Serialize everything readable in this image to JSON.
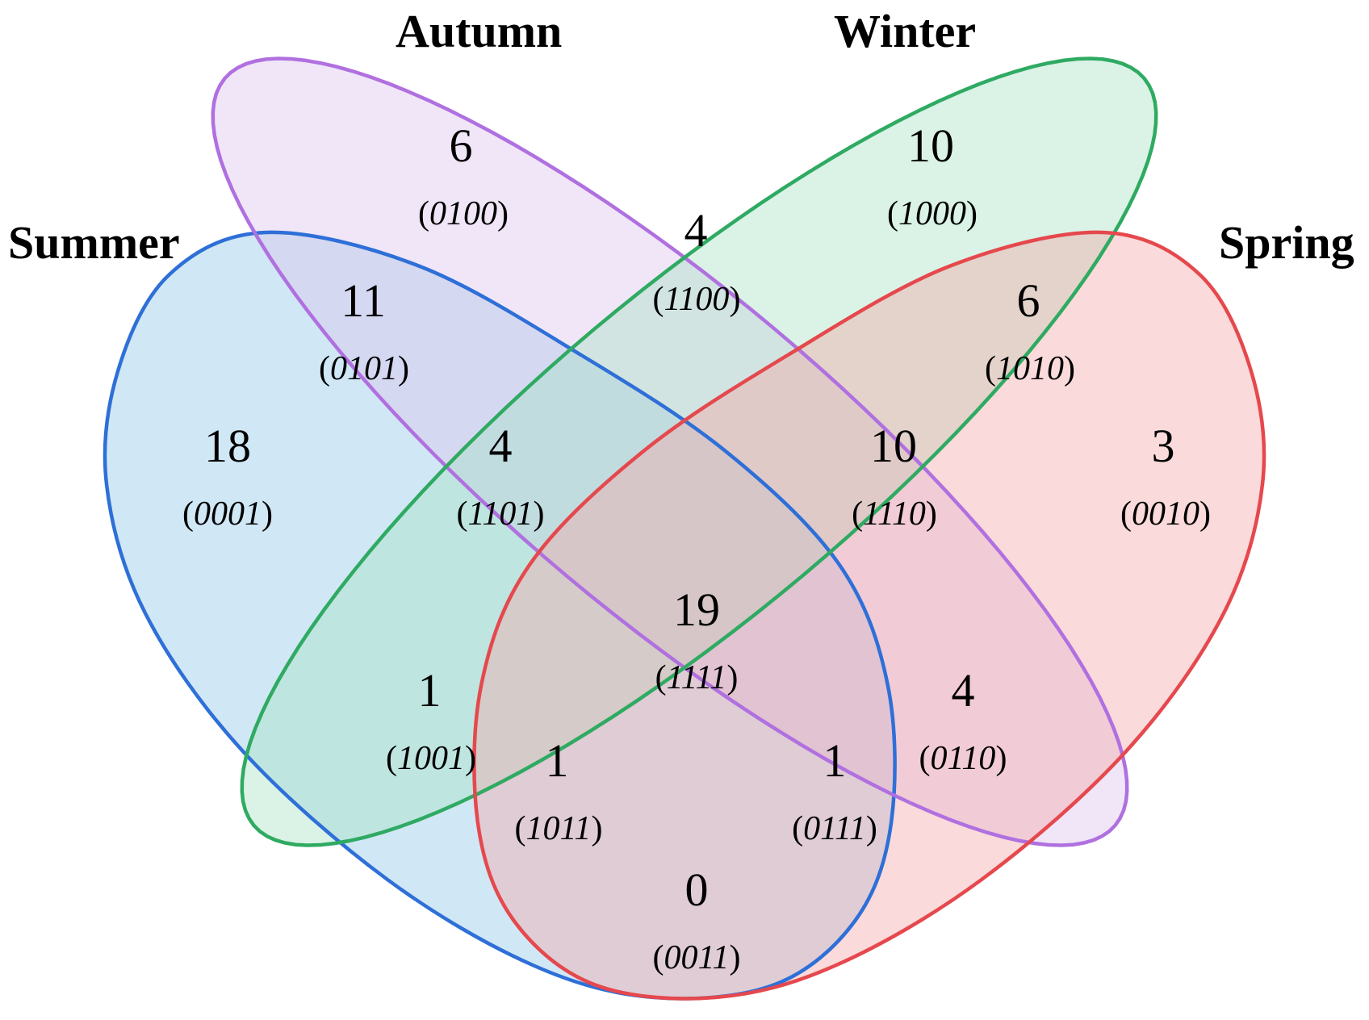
{
  "sets": [
    {
      "key": "summer",
      "label": "Summer",
      "color": "#2e6fd8",
      "fill": "#8ec6e6"
    },
    {
      "key": "autumn",
      "label": "Autumn",
      "color": "#b070e0",
      "fill": "#dcc3ec"
    },
    {
      "key": "winter",
      "label": "Winter",
      "color": "#2faa62",
      "fill": "#a6e3c4"
    },
    {
      "key": "spring",
      "label": "Spring",
      "color": "#e5484d",
      "fill": "#f2a8a8"
    }
  ],
  "regions": [
    {
      "code": "0100",
      "count": "6"
    },
    {
      "code": "1000",
      "count": "10"
    },
    {
      "code": "1100",
      "count": "4"
    },
    {
      "code": "0101",
      "count": "11"
    },
    {
      "code": "1010",
      "count": "6"
    },
    {
      "code": "0001",
      "count": "18"
    },
    {
      "code": "1101",
      "count": "4"
    },
    {
      "code": "1110",
      "count": "10"
    },
    {
      "code": "0010",
      "count": "3"
    },
    {
      "code": "1111",
      "count": "19"
    },
    {
      "code": "1001",
      "count": "1"
    },
    {
      "code": "0110",
      "count": "4"
    },
    {
      "code": "1011",
      "count": "1"
    },
    {
      "code": "0111",
      "count": "1"
    },
    {
      "code": "0011",
      "count": "0"
    }
  ]
}
